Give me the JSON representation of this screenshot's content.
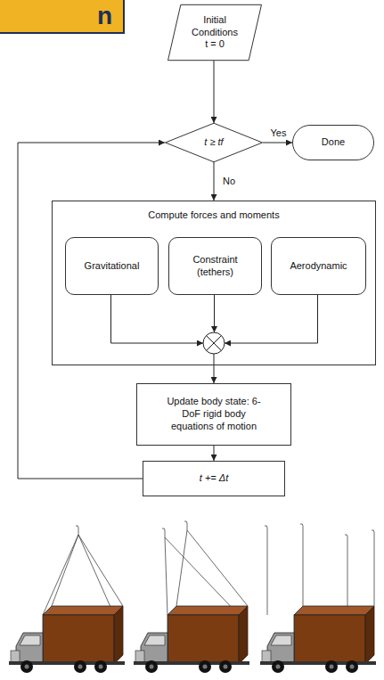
{
  "diagram": {
    "nodes": [
      {
        "text": [
          "Initial Conditions t = 0"
        ]
      },
      {
        "text": [
          "t ≥ tf"
        ]
      },
      {
        "text": [
          "Done"
        ]
      },
      {
        "text": [
          "Compute forces and moments"
        ]
      },
      {
        "text": [
          "Gravitational"
        ],
        "in": 3
      },
      {
        "text": [
          "Constraint (tethers)"
        ],
        "in": 3
      },
      {
        "text": [
          "Aerodynamic"
        ],
        "in": 3
      },
      {
        "text": [
          "Update body state: 6-DoF rigid body equations of motion"
        ]
      },
      {
        "text": [
          "t += Δt"
        ]
      }
    ],
    "edges": [
      {
        "from": 0,
        "to": 1,
        "arrow": "to"
      },
      {
        "from": 1,
        "to": 2,
        "label": "Yes",
        "arrow": "to"
      },
      {
        "from": 1,
        "to": 3,
        "label": "No",
        "arrow": "to"
      },
      {
        "from": 3,
        "to": 7,
        "arrow": "to"
      },
      {
        "from": 7,
        "to": 8,
        "arrow": "to"
      },
      {
        "from": 8,
        "to": 1,
        "arrow": "to"
      }
    ],
    "labels": [
      "n"
    ]
  }
}
